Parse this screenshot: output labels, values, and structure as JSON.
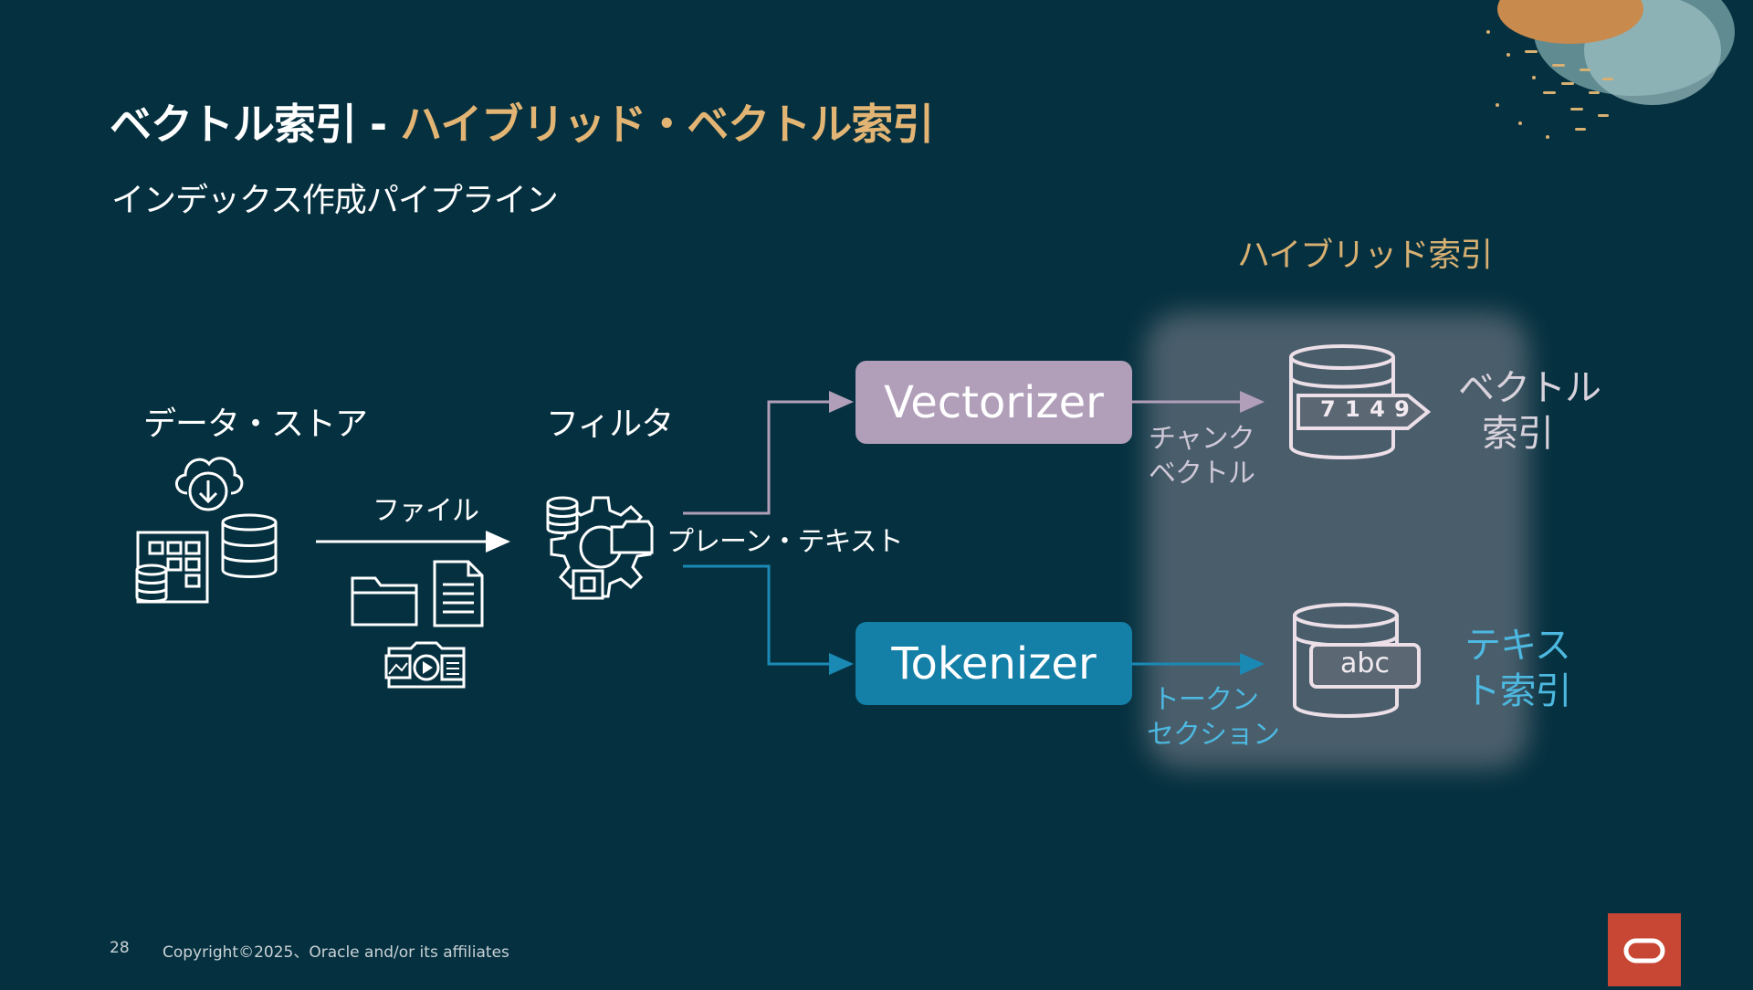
{
  "slide": {
    "title_main": "ベクトル索引 - ",
    "title_accent": "ハイブリッド・ベクトル索引",
    "subtitle": "インデックス作成パイプライン"
  },
  "diagram": {
    "datastore_label": "データ・ストア",
    "file_label": "ファイル",
    "filter_label": "フィルタ",
    "plaintext_label": "プレーン・テキスト",
    "vectorizer_label": "Vectorizer",
    "tokenizer_label": "Tokenizer",
    "chunk_vector_line1": "チャンク",
    "chunk_vector_line2": "ベクトル",
    "token_section_line1": "トークン",
    "token_section_line2": "セクション",
    "hybrid_index_label": "ハイブリッド索引",
    "vector_index_line1": "ベクトル",
    "vector_index_line2": "索引",
    "text_index_line1": "テキス",
    "text_index_line2": "ト索引",
    "vector_db_tag": "7 1 4 9",
    "text_db_tag": "abc"
  },
  "colors": {
    "background": "#05303f",
    "accent_gold": "#e3b574",
    "vectorizer": "#b19fba",
    "tokenizer": "#1480a8",
    "text_index": "#4db8e0",
    "vector_index": "#e8e2ec",
    "oracle_red": "#c74634"
  },
  "icons": [
    "cloud-download-icon",
    "database-icon",
    "grid-database-icon",
    "folder-icon",
    "document-icon",
    "media-icon",
    "gear-filter-icon"
  ],
  "footer": {
    "page_number": "28",
    "copyright": "Copyright©2025、Oracle and/or its affiliates"
  }
}
